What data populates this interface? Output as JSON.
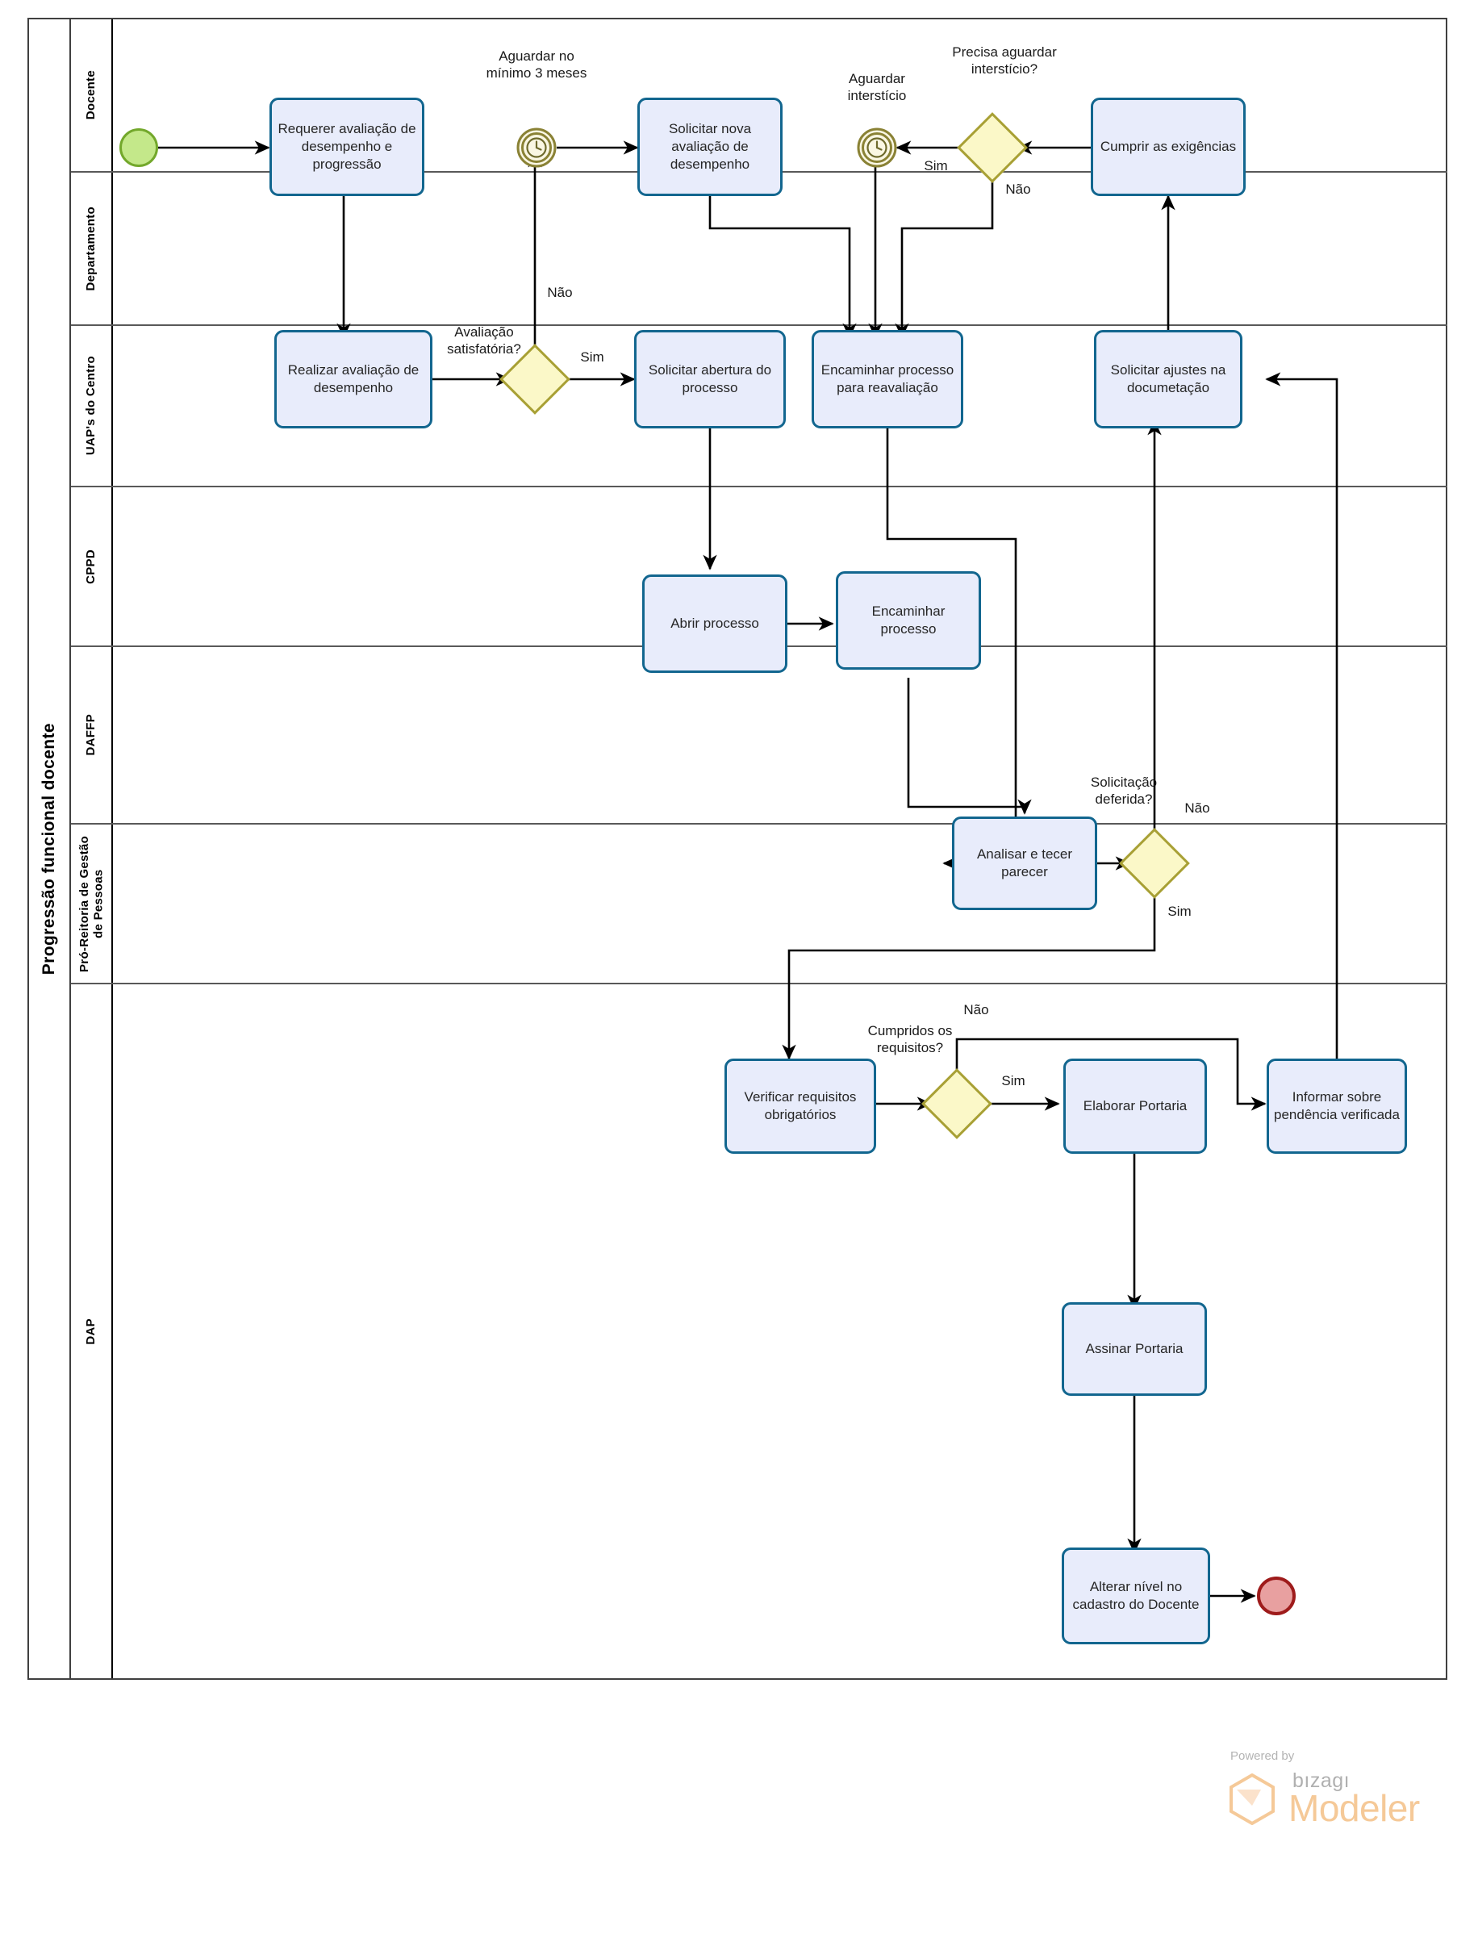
{
  "pool": {
    "title": "Progressão funcional docente"
  },
  "lanes": [
    {
      "id": "docente",
      "label": "Docente"
    },
    {
      "id": "departamento",
      "label": "Departamento"
    },
    {
      "id": "uaps",
      "label": "UAP's do Centro"
    },
    {
      "id": "cppd",
      "label": "CPPD"
    },
    {
      "id": "daffp",
      "label": "DAFFP"
    },
    {
      "id": "progep",
      "label": "Pró-Reitoria de Gestão de Pessoas"
    },
    {
      "id": "dap",
      "label": "DAP"
    }
  ],
  "tasks": {
    "requerer": "Requerer avaliação de desempenho e progressão",
    "solicitar_nova": "Solicitar nova avaliação de desempenho",
    "cumprir": "Cumprir as exigências",
    "realizar": "Realizar avaliação de desempenho",
    "solicitar_abertura": "Solicitar abertura do processo",
    "encaminhar_reav": "Encaminhar processo para reavaliação",
    "solicitar_ajustes": "Solicitar ajustes na documetação",
    "abrir_processo": "Abrir processo",
    "encaminhar_processo": "Encaminhar processo",
    "analisar": "Analisar e tecer parecer",
    "verificar": "Verificar requisitos obrigatórios",
    "elaborar": "Elaborar Portaria",
    "informar": "Informar sobre pendência verificada",
    "assinar": "Assinar Portaria",
    "alterar": "Alterar nível no cadastro do Docente"
  },
  "events": {
    "start": "",
    "timer_3meses": "Aguardar no mínimo 3 meses",
    "timer_intersticio": "Aguardar interstício",
    "end": ""
  },
  "gateways": {
    "precisa_intersticio": "Precisa aguardar interstício?",
    "avaliacao_satisfatoria": "Avaliação satisfatória?",
    "solicitacao_deferida": "Solicitação deferida?",
    "cumpridos_requisitos": "Cumpridos os requisitos?"
  },
  "flow_labels": {
    "gw1_sim": "Sim",
    "gw1_nao": "Não",
    "gw2_nao": "Não",
    "gw2_sim": "Sim",
    "gw3_nao": "Não",
    "gw3_sim": "Sim",
    "gw4_nao": "Não",
    "gw4_sim": "Sim"
  },
  "footer": {
    "powered_by": "Powered by",
    "brand": "bızagı",
    "product": "Modeler"
  },
  "colors": {
    "task_fill": "#e8ecfb",
    "task_stroke": "#12668f",
    "gateway_fill": "#fbf8c8",
    "gateway_stroke": "#a8a035",
    "start_fill": "#c4e88a",
    "start_stroke": "#73a82b",
    "end_fill": "#e8a0a0",
    "end_stroke": "#9e1b1b",
    "timer_stroke": "#8a8235",
    "lane_border": "#595959",
    "pool_border": "#404040",
    "brand_orange": "#f5c998"
  }
}
